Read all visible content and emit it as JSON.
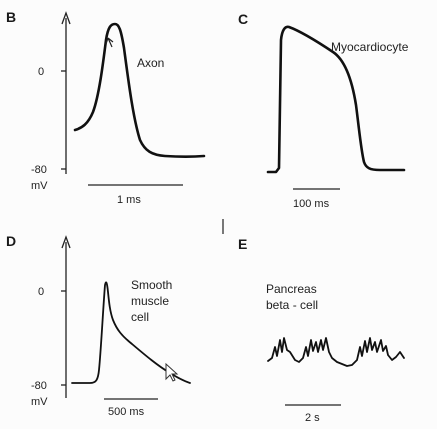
{
  "figure": {
    "panels": [
      {
        "letter": "B",
        "trace_label": "Axon",
        "y_ticks": {
          "top": "0",
          "bottom": "-80",
          "unit": "mV"
        },
        "scale_bar": "1 ms"
      },
      {
        "letter": "C",
        "trace_label": "Myocardiocyte",
        "scale_bar": "100 ms"
      },
      {
        "letter": "D",
        "trace_label_lines": [
          "Smooth",
          "muscle",
          "cell"
        ],
        "y_ticks": {
          "top": "0",
          "bottom": "-80",
          "unit": "mV"
        },
        "scale_bar": "500 ms"
      },
      {
        "letter": "E",
        "trace_label_lines": [
          "Pancreas",
          "beta - cell"
        ],
        "scale_bar": "2 s"
      }
    ]
  }
}
